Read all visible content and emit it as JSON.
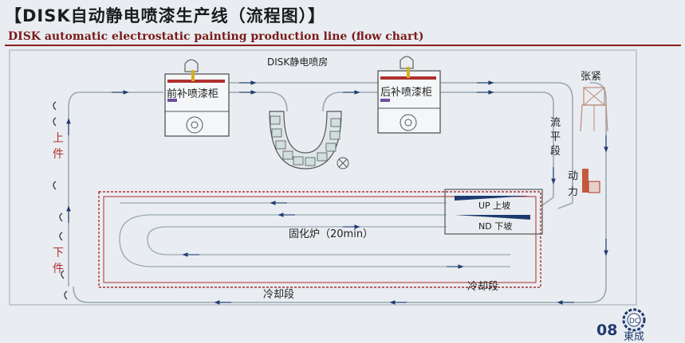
{
  "header": {
    "title_cn": "【DISK自动静电喷漆生产线（流程图）】",
    "title_en": "DISK automatic electrostatic painting production line (flow chart)"
  },
  "booth": {
    "name": "DISK静电喷房",
    "front_cabinet": "前补喷漆柜",
    "rear_cabinet": "后补喷漆柜"
  },
  "stations": {
    "tension": "张紧",
    "flat_section": [
      "流",
      "平",
      "段"
    ],
    "power": [
      "动",
      "力"
    ],
    "loading": [
      "上",
      "件"
    ],
    "unloading": [
      "下",
      "件"
    ]
  },
  "oven": {
    "label": "固化炉（20min）",
    "up_slope": "UP 上坡",
    "down_slope": "ND 下坡"
  },
  "cooling": {
    "label_left": "冷却段",
    "label_right": "冷却段"
  },
  "footer": {
    "page": "08",
    "company": "東成",
    "logo_text": "DC"
  },
  "colors": {
    "track": "#9aa8b4",
    "arrow": "#1d3b6f",
    "oven_border": "#b03030",
    "cabinet_bar": "#c04848"
  }
}
